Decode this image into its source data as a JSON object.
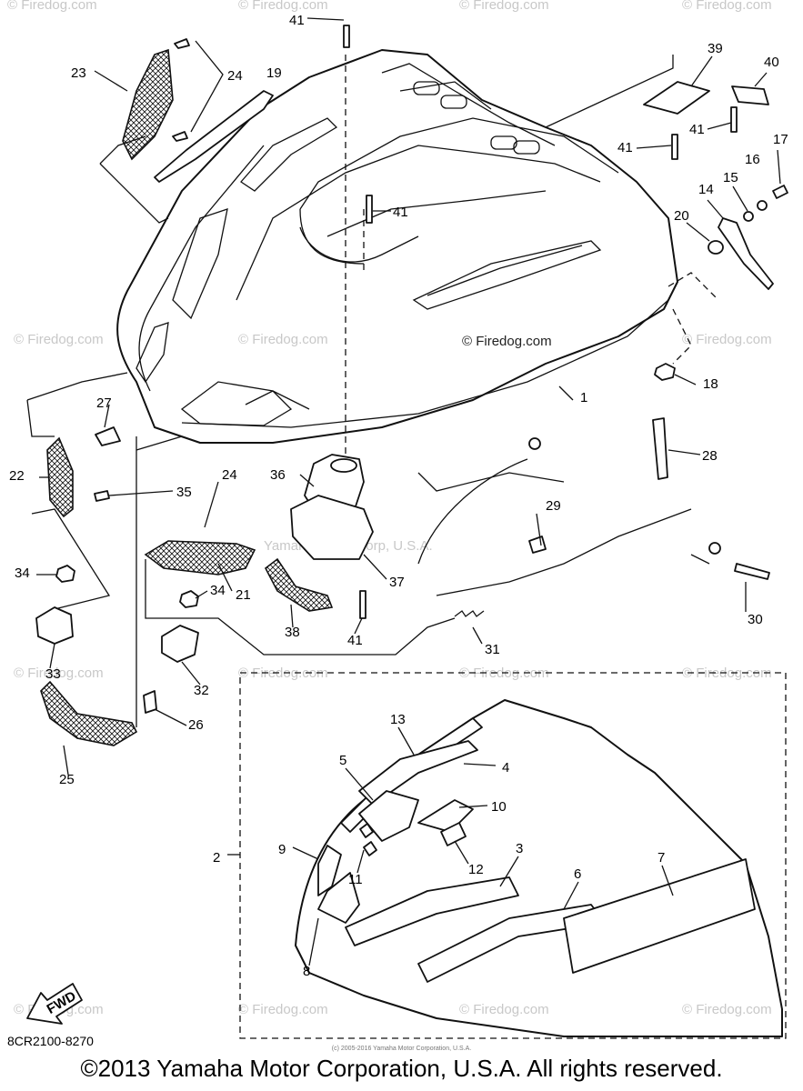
{
  "watermark": {
    "firedog": "© Firedog.com",
    "firedog_short": "Firedog.com",
    "yamaha": "Yamaha Motor Corp, U.S.A."
  },
  "callouts": [
    "1",
    "2",
    "3",
    "4",
    "5",
    "6",
    "7",
    "8",
    "9",
    "10",
    "11",
    "12",
    "13",
    "14",
    "15",
    "16",
    "17",
    "18",
    "19",
    "20",
    "21",
    "22",
    "23",
    "24",
    "25",
    "26",
    "27",
    "28",
    "29",
    "30",
    "31",
    "32",
    "33",
    "34",
    "35",
    "36",
    "37",
    "38",
    "39",
    "40",
    "41"
  ],
  "fwd_label": "FWD",
  "diagram_code": "8CR2100-8270",
  "small_print": "(c) 2005-2016 Yamaha Motor Corporation, U.S.A.",
  "copyright": "©2013 Yamaha Motor Corporation, U.S.A. All rights reserved."
}
